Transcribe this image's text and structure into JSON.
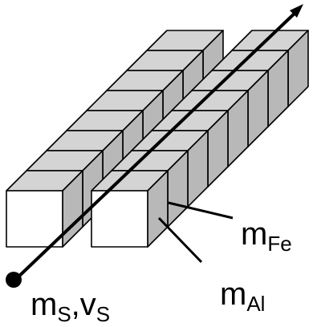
{
  "figure": {
    "colors": {
      "front_face": "#ffffff",
      "top_face": "#d4d4d4",
      "side_face": "#b8b8b8",
      "stroke": "#000000"
    },
    "rows": [
      {
        "name": "left-row",
        "blocks": 8
      },
      {
        "name": "right-row",
        "blocks": 8
      }
    ],
    "labels": {
      "mass_fe": {
        "main": "m",
        "sub": "Fe"
      },
      "mass_al": {
        "main": "m",
        "sub": "Al"
      },
      "projectile": {
        "m": "m",
        "m_sub": "S",
        "sep": ",",
        "v": "v",
        "v_sub": "S"
      }
    },
    "icons": {
      "arrow": "arrow-head-icon",
      "start": "start-dot-icon"
    }
  }
}
